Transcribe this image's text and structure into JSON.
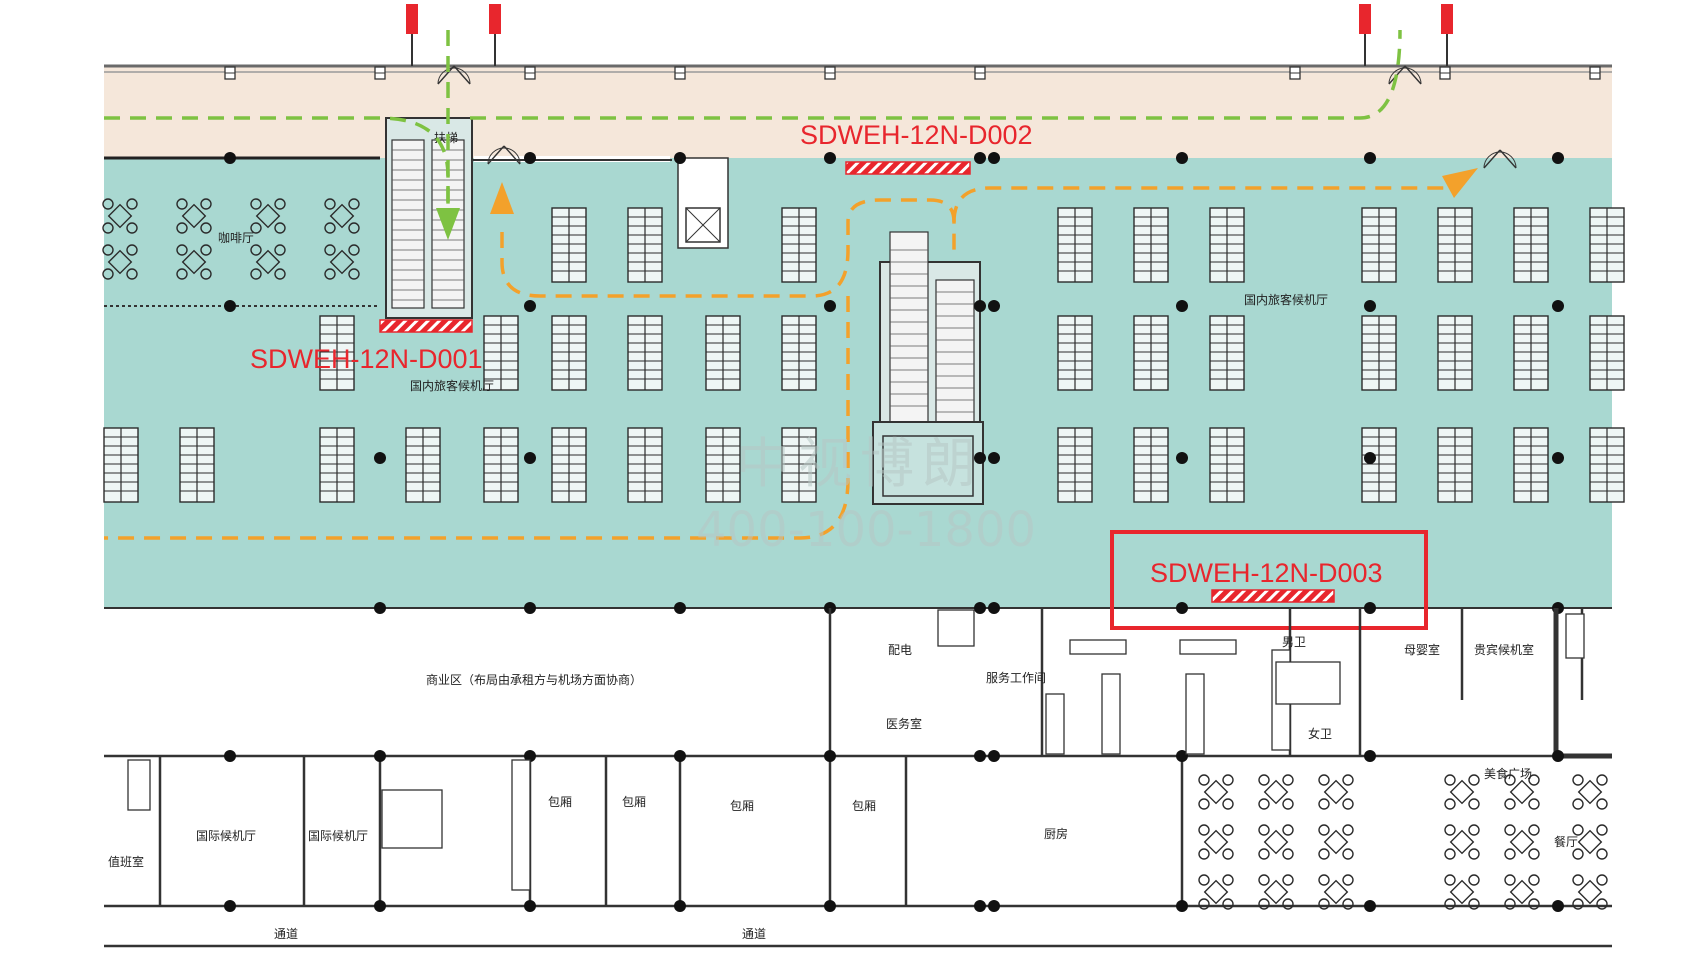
{
  "ad_positions": [
    {
      "code": "SDWEH-12N-D001",
      "highlighted": false
    },
    {
      "code": "SDWEH-12N-D002",
      "highlighted": false
    },
    {
      "code": "SDWEH-12N-D003",
      "highlighted": true
    }
  ],
  "rooms": {
    "cafe": "咖啡厅",
    "departure_hall_1": "国内旅客候机厅",
    "departure_hall_2": "国内旅客候机厅",
    "escalator_tag": "扶梯",
    "business_area": "商业区（布局由承租方与机场方面协商）",
    "power_room": "配电",
    "maintenance": "服务工作间",
    "medical": "医务室",
    "male_wc": "男卫",
    "female_wc": "女卫",
    "mother_room": "母婴室",
    "vip_room": "贵宾候机室",
    "international_hall_left": "国际候机厅",
    "international_hall_right": "国际候机厅",
    "duty_office": "值班室",
    "box1": "包厢",
    "box2": "包厢",
    "box3": "包厢",
    "box4": "包厢",
    "kitchen": "厨房",
    "food_court": "美食广场",
    "restaurant": "餐厅",
    "corridor_left": "通道",
    "corridor_right": "通道"
  },
  "watermark": {
    "line1": "中视博朗",
    "line2": "400-100-1800"
  },
  "colors": {
    "hall": "#a9d8d1",
    "corridor": "#f5e7da",
    "route_green": "#7ec242",
    "route_orange": "#f3a12b",
    "ad_red": "#e8262d",
    "wall": "#333333"
  }
}
